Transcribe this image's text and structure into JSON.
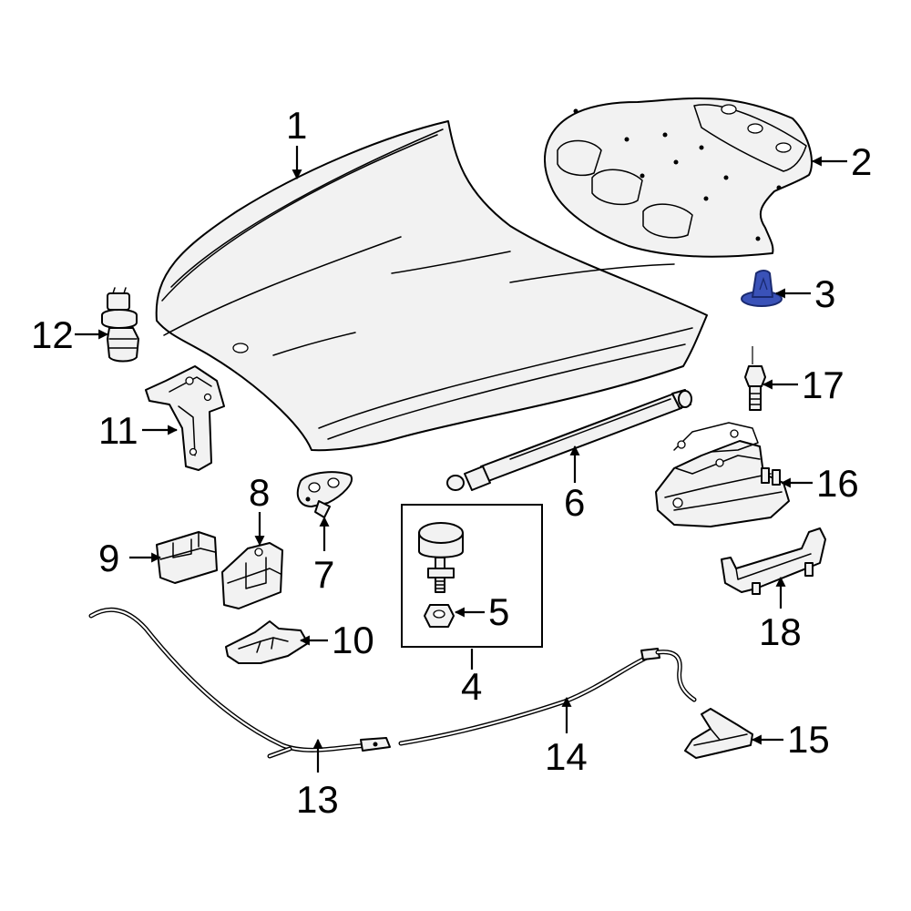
{
  "diagram": {
    "highlight_color": "#3a52b8",
    "callouts": [
      "1",
      "2",
      "3",
      "4",
      "5",
      "6",
      "7",
      "8",
      "9",
      "10",
      "11",
      "12",
      "13",
      "14",
      "15",
      "16",
      "17",
      "18"
    ]
  }
}
